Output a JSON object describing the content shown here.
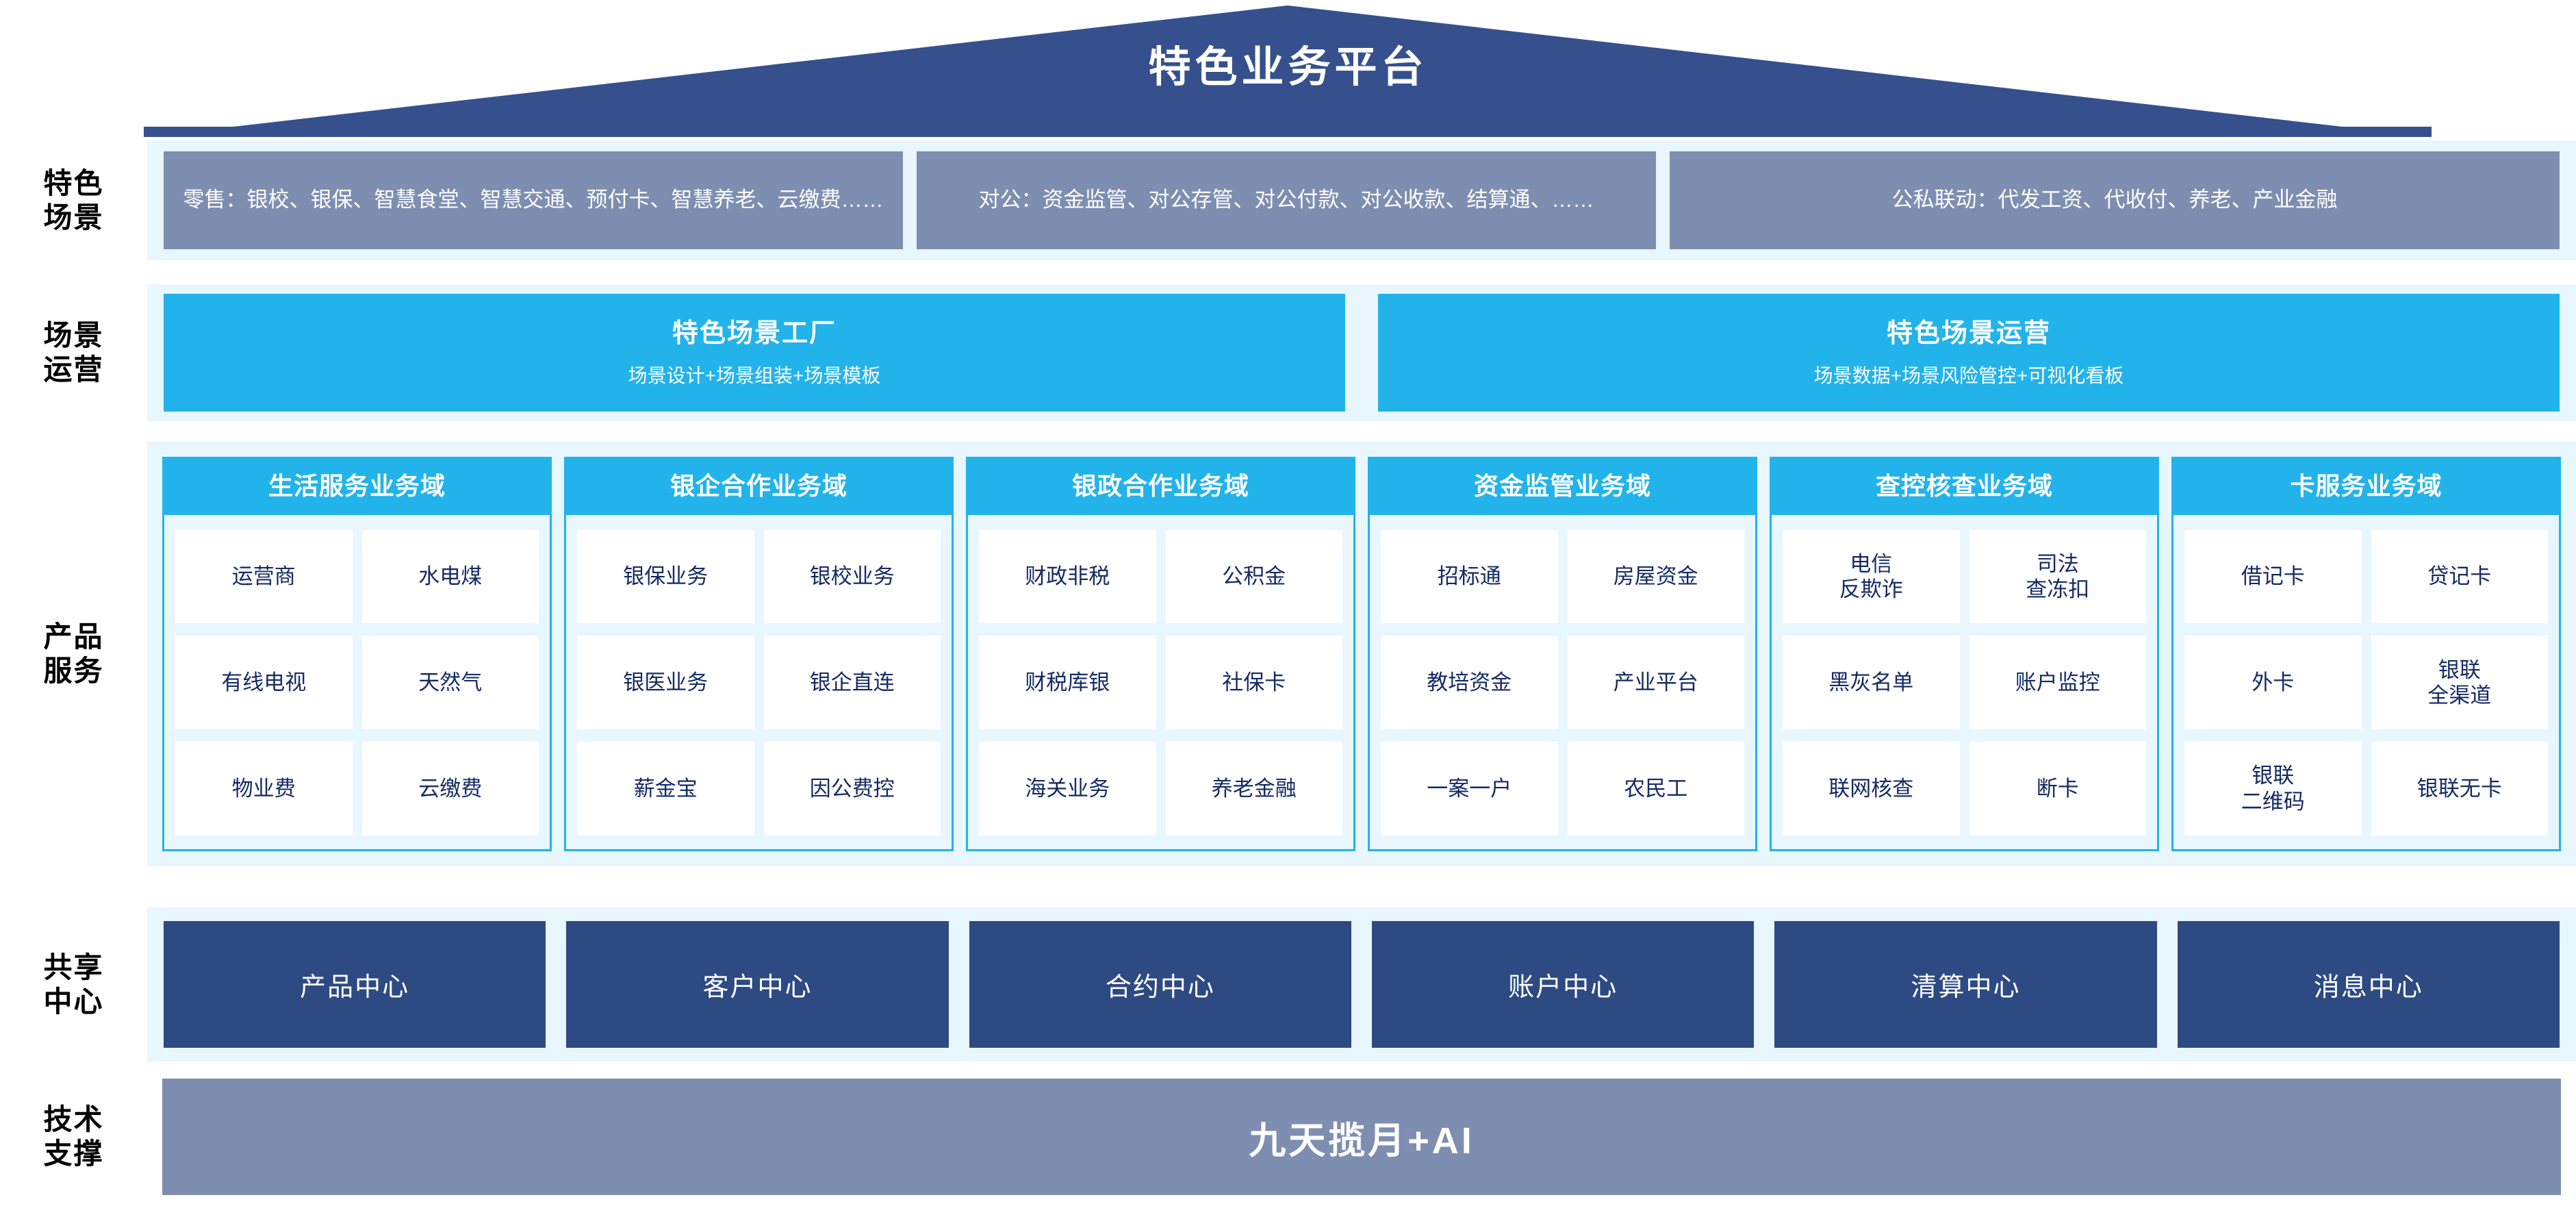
{
  "colors": {
    "roof": "#35508c",
    "band_bg": "#e8f7fd",
    "scenario_box": "#7e8eb0",
    "cyan": "#22b3ea",
    "shared_box": "#2d4a82",
    "tech_band": "#7e8eb0",
    "cell_text": "#142a63",
    "cell_bg": "#ffffff"
  },
  "header": {
    "title": "特色业务平台"
  },
  "rows": {
    "scenarios": {
      "label_line1": "特色",
      "label_line2": "场景",
      "boxes": [
        {
          "text": "零售：银校、银保、智慧食堂、智慧交通、预付卡、智慧养老、云缴费……"
        },
        {
          "text": "对公：资金监管、对公存管、对公付款、对公收款、结算通、……"
        },
        {
          "text": "公私联动：代发工资、代收付、养老、产业金融"
        }
      ]
    },
    "operations": {
      "label_line1": "场景",
      "label_line2": "运营",
      "boxes": [
        {
          "title": "特色场景工厂",
          "sub": "场景设计+场景组装+场景模板"
        },
        {
          "title": "特色场景运营",
          "sub": "场景数据+场景风险管控+可视化看板"
        }
      ]
    },
    "products": {
      "label_line1": "产品",
      "label_line2": "服务",
      "domains": [
        {
          "title": "生活服务业务域",
          "cells": [
            "运营商",
            "水电煤",
            "有线电视",
            "天然气",
            "物业费",
            "云缴费"
          ]
        },
        {
          "title": "银企合作业务域",
          "cells": [
            "银保业务",
            "银校业务",
            "银医业务",
            "银企直连",
            "薪金宝",
            "因公费控"
          ]
        },
        {
          "title": "银政合作业务域",
          "cells": [
            "财政非税",
            "公积金",
            "财税库银",
            "社保卡",
            "海关业务",
            "养老金融"
          ]
        },
        {
          "title": "资金监管业务域",
          "cells": [
            "招标通",
            "房屋资金",
            "教培资金",
            "产业平台",
            "一案一户",
            "农民工"
          ]
        },
        {
          "title": "查控核查业务域",
          "cells": [
            "电信\n反欺诈",
            "司法\n查冻扣",
            "黑灰名单",
            "账户监控",
            "联网核查",
            "断卡"
          ]
        },
        {
          "title": "卡服务业务域",
          "cells": [
            "借记卡",
            "贷记卡",
            "外卡",
            "银联\n全渠道",
            "银联\n二维码",
            "银联无卡"
          ]
        }
      ]
    },
    "shared": {
      "label_line1": "共享",
      "label_line2": "中心",
      "boxes": [
        "产品中心",
        "客户中心",
        "合约中心",
        "账户中心",
        "清算中心",
        "消息中心"
      ]
    },
    "tech": {
      "label_line1": "技术",
      "label_line2": "支撑",
      "band": "九天揽月+AI"
    }
  }
}
